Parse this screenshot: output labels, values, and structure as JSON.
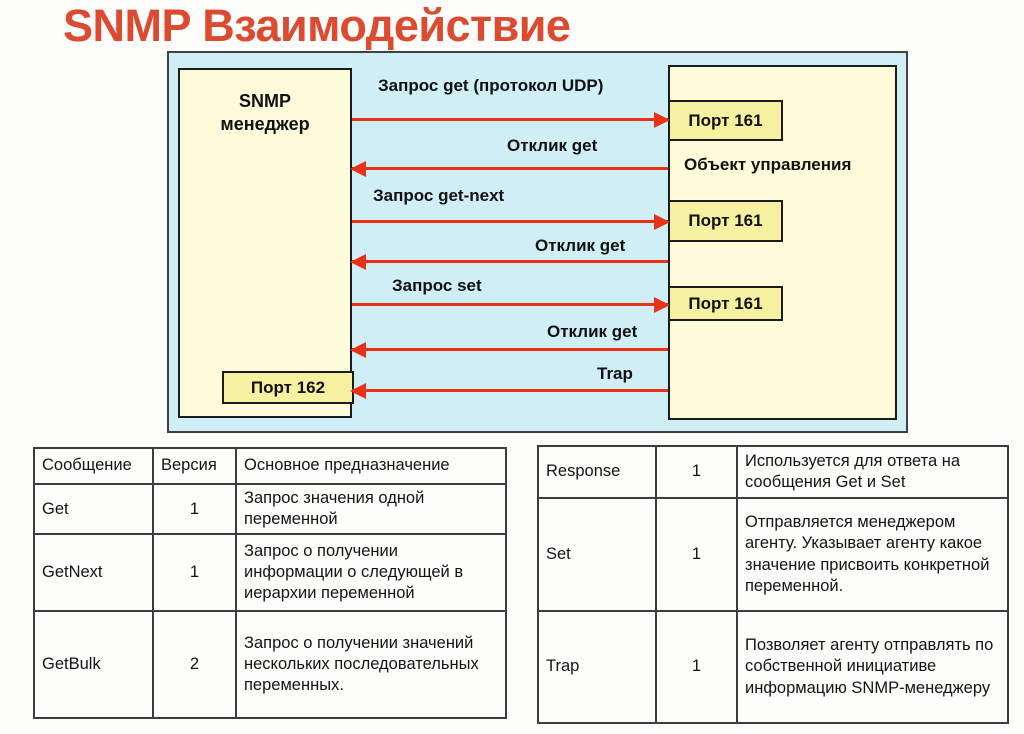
{
  "title": "SNMP Взаимодействие",
  "diagram": {
    "manager_label": "SNMP менеджер",
    "manager_port": "Порт 162",
    "object_label": "Объект управления",
    "agent_ports": [
      "Порт 161",
      "Порт 161",
      "Порт 161"
    ],
    "arrows": [
      {
        "label": "Запрос get (протокол UDP)",
        "direction": "right"
      },
      {
        "label": "Отклик get",
        "direction": "left"
      },
      {
        "label": "Запрос get-next",
        "direction": "right"
      },
      {
        "label": "Отклик get",
        "direction": "left"
      },
      {
        "label": "Запрос set",
        "direction": "right"
      },
      {
        "label": "Отклик get",
        "direction": "left"
      },
      {
        "label": "Trap",
        "direction": "left"
      }
    ]
  },
  "left_table": {
    "headers": [
      "Сообщение",
      "Версия",
      "Основное предназначение"
    ],
    "rows": [
      [
        "Get",
        "1",
        "Запрос значения одной переменной"
      ],
      [
        "GetNext",
        "1",
        "Запрос о получении информации о следующей в иерархии переменной"
      ],
      [
        "GetBulk",
        "2",
        "Запрос о получении значений нескольких последовательных переменных."
      ]
    ]
  },
  "right_table": {
    "rows": [
      [
        "Response",
        "1",
        "Используется для ответа на сообщения Get и Set"
      ],
      [
        "Set",
        "1",
        "Отправляется менеджером агенту. Указывает агенту какое значение присвоить конкретной переменной."
      ],
      [
        "Trap",
        "1",
        "Позволяет агенту отправлять по собственной инициативе информацию SNMP-менеджеру"
      ]
    ]
  },
  "colors": {
    "title": "#dc4a2f",
    "diagram_background": "#d0eef6",
    "box_fill": "#fdfbda",
    "port_fill": "#f6f1a0",
    "arrow": "#e93117",
    "border": "#1c1c1c"
  }
}
